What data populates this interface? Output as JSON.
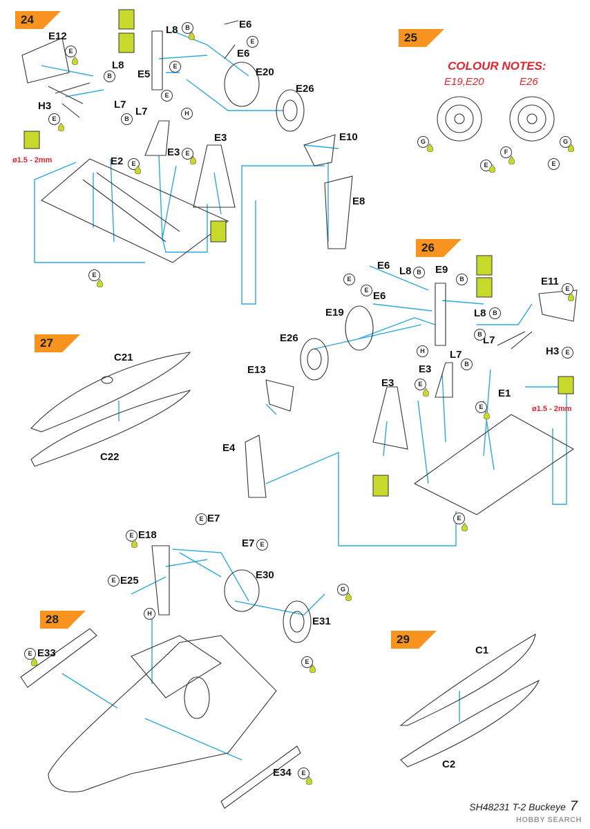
{
  "steps": [
    "24",
    "25",
    "26",
    "27",
    "28",
    "29"
  ],
  "colour_notes": {
    "title": "COLOUR NOTES:",
    "wheel_a": "E19,E20",
    "wheel_b": "E26"
  },
  "drill": {
    "step24": "ø1.5 - 2mm",
    "step26": "ø1.5 - 2mm"
  },
  "labels": {
    "s24": [
      "E12",
      "L8",
      "E6",
      "E6",
      "L8",
      "E5",
      "E20",
      "E26",
      "L7",
      "L7",
      "H3",
      "E3",
      "E10",
      "E2",
      "E3",
      "E8"
    ],
    "s25": [
      "E19,E20",
      "E26"
    ],
    "s26": [
      "E6",
      "L8",
      "E9",
      "E11",
      "E6",
      "L8",
      "E19",
      "L7",
      "E26",
      "L7",
      "H3",
      "E13",
      "E3",
      "E1",
      "E3",
      "E4"
    ],
    "s27": [
      "C21",
      "C22"
    ],
    "s28": [
      "E7",
      "E18",
      "E7",
      "E25",
      "E30",
      "E31",
      "E33",
      "E34"
    ],
    "s29": [
      "C1",
      "C2"
    ]
  },
  "callout_letters": [
    "B",
    "E",
    "F",
    "G",
    "H"
  ],
  "footer": {
    "code": "SH48231 T-2 Buckeye",
    "page": "7"
  },
  "watermark": "HOBBY SEARCH",
  "colors": {
    "accent": "#f7931e",
    "leader": "#2aa7df",
    "note": "#e2242c",
    "paint_drop": "#c7d92b"
  }
}
